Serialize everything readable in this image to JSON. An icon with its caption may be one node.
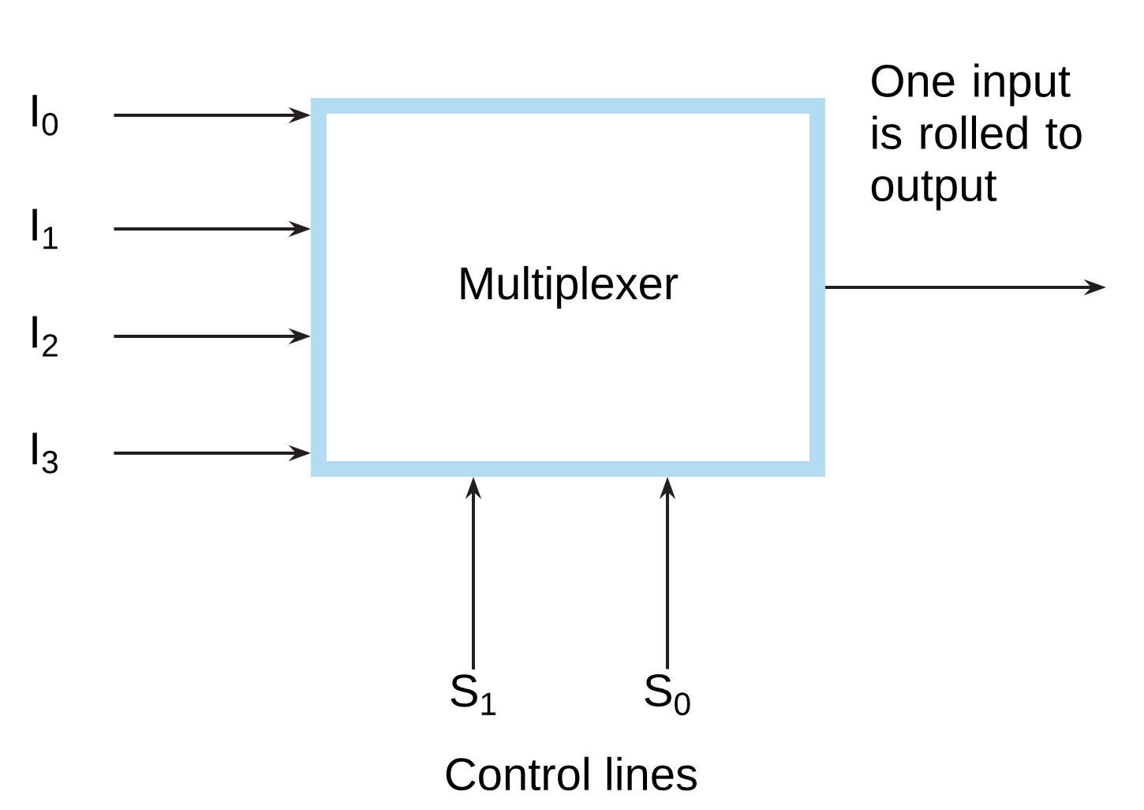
{
  "diagram": {
    "nodes": [
      {
        "text": [
          "Multiplexer"
        ]
      },
      {
        "text": [
          "I$_{0}$"
        ]
      },
      {
        "text": [
          "I$_{1}$"
        ]
      },
      {
        "text": [
          "I$_{2}$"
        ]
      },
      {
        "text": [
          "I$_{3}$"
        ]
      },
      {
        "text": [
          "S$_{1}$"
        ]
      },
      {
        "text": [
          "S$_{0}$"
        ]
      }
    ],
    "edges": [
      {
        "from": 1,
        "to": 0,
        "arrow": "to"
      },
      {
        "from": 2,
        "to": 0,
        "arrow": "to"
      },
      {
        "from": 3,
        "to": 0,
        "arrow": "to"
      },
      {
        "from": 4,
        "to": 0,
        "arrow": "to"
      },
      {
        "from": 5,
        "to": 0,
        "arrow": "to"
      },
      {
        "from": 6,
        "to": 0,
        "arrow": "to"
      },
      {
        "from": 0,
        "to": null,
        "arrow": "to",
        "label": "One input is rolled to output"
      }
    ],
    "labels": [
      "Control lines"
    ]
  }
}
